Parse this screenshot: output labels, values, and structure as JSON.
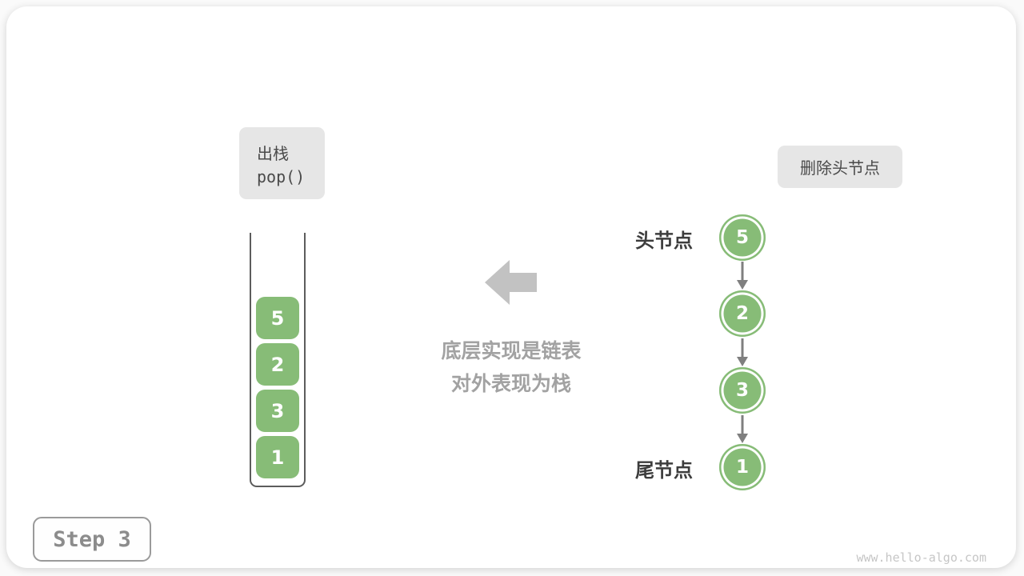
{
  "pop_label": {
    "line1": "出栈",
    "line2": "pop()"
  },
  "delete_label": "删除头节点",
  "stack": {
    "values": [
      "5",
      "2",
      "3",
      "1"
    ]
  },
  "caption": {
    "line1": "底层实现是链表",
    "line2": "对外表现为栈"
  },
  "linked_list": {
    "head_label": "头节点",
    "tail_label": "尾节点",
    "nodes": [
      "5",
      "2",
      "3",
      "1"
    ]
  },
  "step_label": "Step 3",
  "watermark": "www.hello-algo.com",
  "colors": {
    "node_green": "#87bc77",
    "label_box_gray": "#e6e6e6",
    "arrow_gray": "#7f7f7f",
    "block_arrow_gray": "#c2c2c2",
    "caption_gray": "#a2a2a2",
    "dark_text": "#4a4a4a"
  }
}
